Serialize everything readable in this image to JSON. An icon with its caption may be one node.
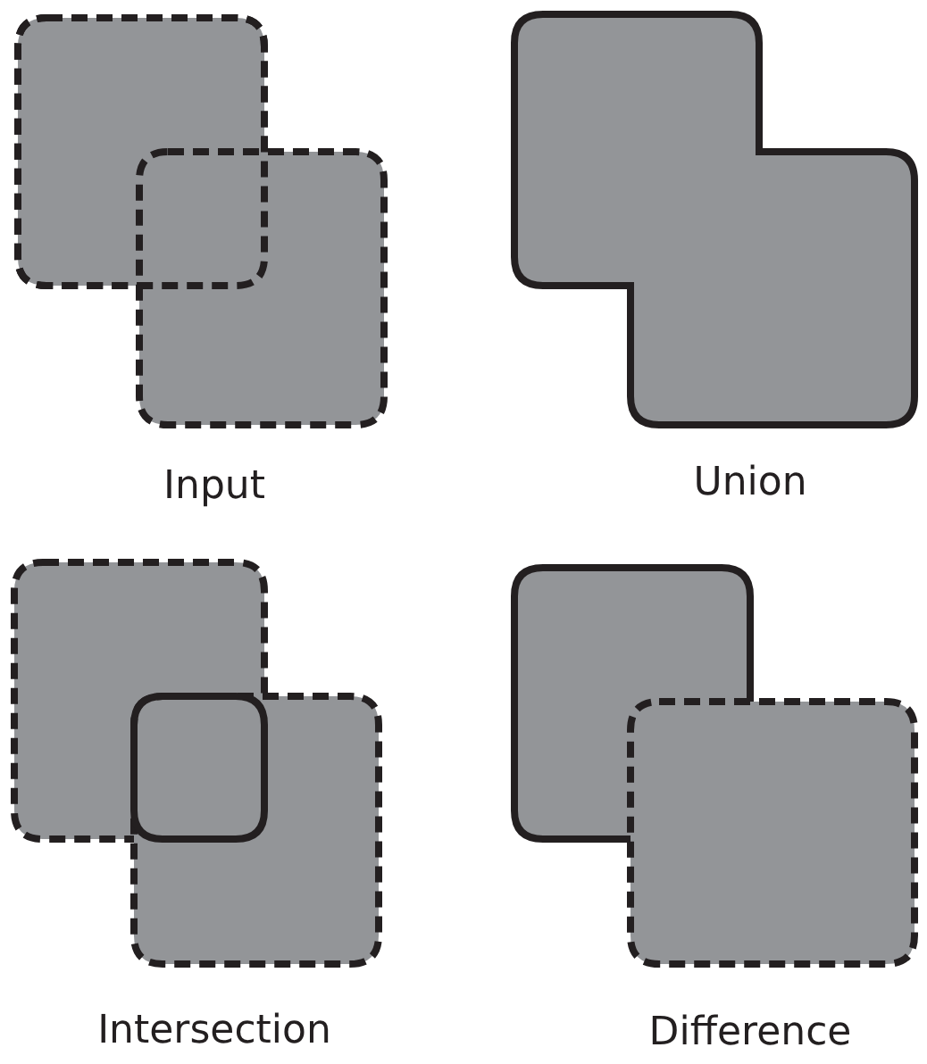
{
  "diagram": {
    "labels": [
      "Input",
      "Union",
      "Intersection",
      "Difference"
    ]
  }
}
